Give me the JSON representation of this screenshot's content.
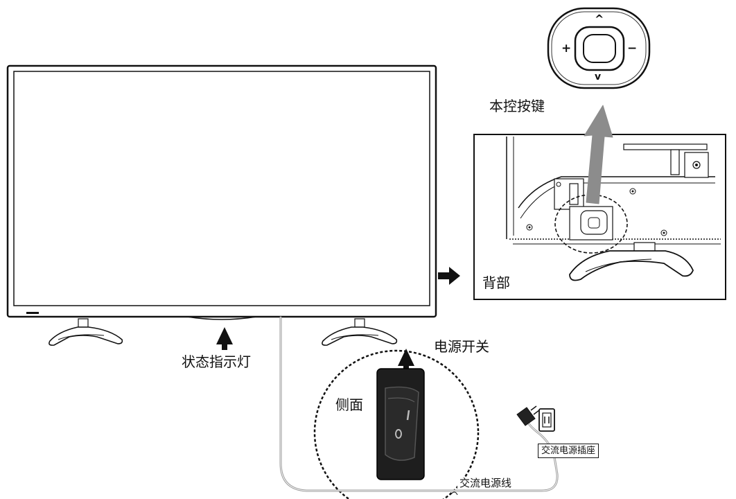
{
  "labels": {
    "local_keys": "本控按键",
    "back": "背部",
    "status_light": "状态指示灯",
    "power_switch": "电源开关",
    "side": "侧面",
    "ac_socket": "交流电源插座",
    "ac_cord": "交流电源线"
  },
  "keypad_symbols": {
    "up": "^",
    "down": "v",
    "plus": "+",
    "minus": "−"
  },
  "colors": {
    "ink": "#111111",
    "gray_arrow": "#8c8c8c",
    "cable": "#9a9a9a",
    "switch_body": "#1e1e1e",
    "switch_rocker": "#2a2a2a"
  }
}
